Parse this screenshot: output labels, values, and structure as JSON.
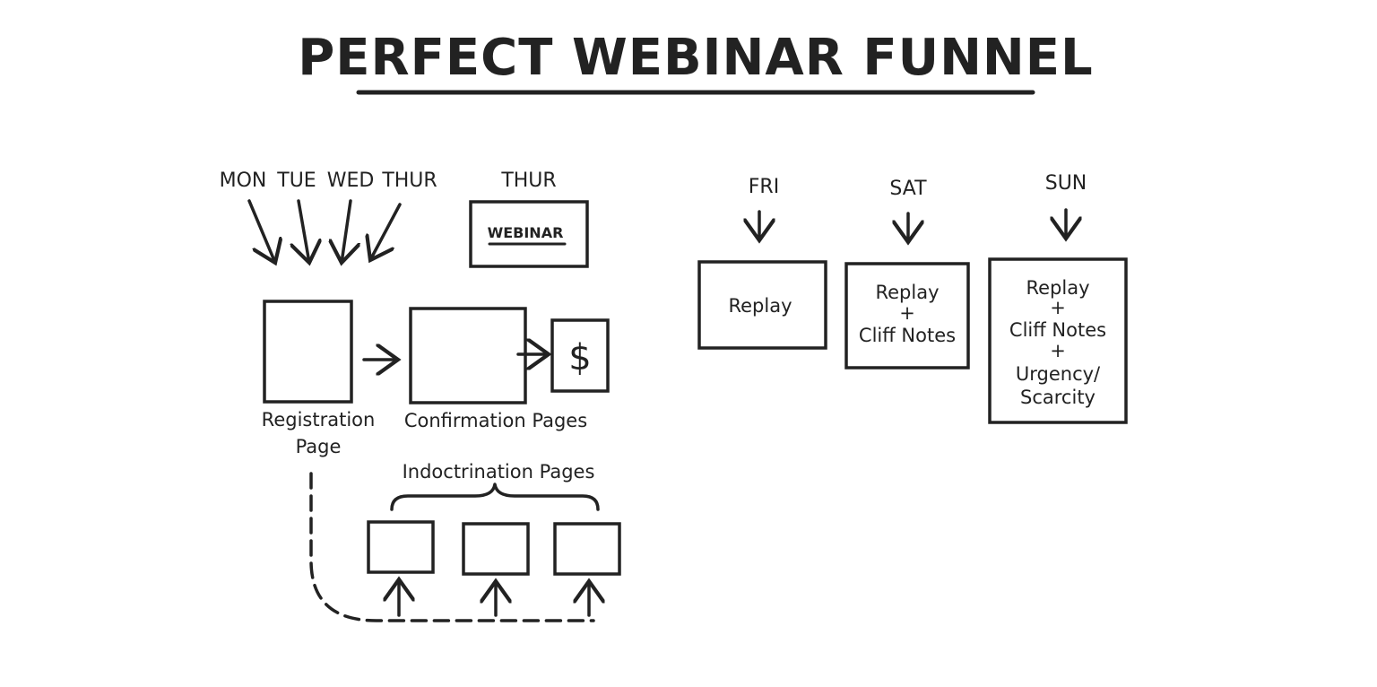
{
  "title": "PERFECT WEBINAR FUNNEL",
  "days": {
    "mon": "MON",
    "tue": "TUE",
    "wed": "WED",
    "thur_reg": "THUR",
    "thur_webinar": "THUR",
    "fri": "FRI",
    "sat": "SAT",
    "sun": "SUN"
  },
  "webinar_label": "WEBINAR",
  "registration": [
    "Registration",
    "Page"
  ],
  "confirmation": "Confirmation Pages",
  "dollar": "$",
  "indoctrination": "Indoctrination Pages",
  "fri_box": [
    "Replay"
  ],
  "sat_box": [
    "Replay",
    "+",
    "Cliff Notes"
  ],
  "sun_box": [
    "Replay",
    "+",
    "Cliff Notes",
    "+",
    "Urgency/",
    "Scarcity"
  ]
}
